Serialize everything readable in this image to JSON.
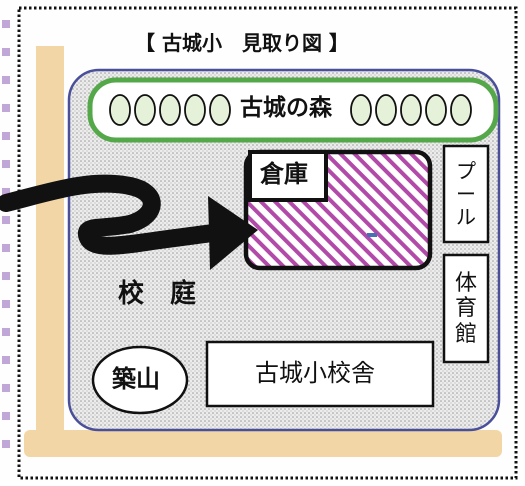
{
  "map": {
    "title": "【 古城小　見取り図 】",
    "forest_label": "古城の森",
    "storehouse_label": "倉庫",
    "pool_label": [
      "プ",
      "ー",
      "ル"
    ],
    "gym_label": [
      "体",
      "育",
      "館"
    ],
    "courtyard_label": "校　庭",
    "mound_label": "築山",
    "school_building_label": "古城小校舎"
  },
  "colors": {
    "frame_dots": "#111111",
    "road": "#f3d6a6",
    "school_grounds_border": "#4a4f9a",
    "school_grounds_fill": "#e7e7e7",
    "forest_border": "#55a84a",
    "forest_tree_fill": "#e6f1da",
    "storehouse_stripe": "#b24aa9",
    "arrow": "#111111",
    "left_dashes": "#c1a6d8"
  },
  "icons": {
    "direction_arrow": "curved-arrow-icon"
  }
}
